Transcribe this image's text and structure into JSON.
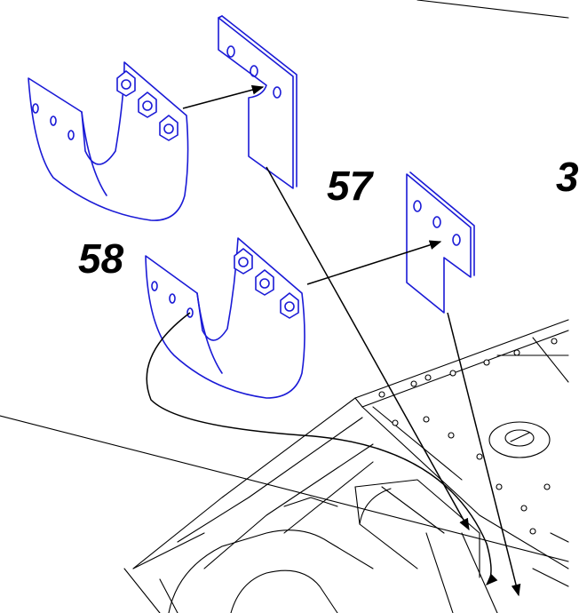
{
  "diagram": {
    "labels": {
      "part_57": "57",
      "part_58": "58",
      "partial_label": "3"
    },
    "colors": {
      "part_line": "#1a1ad6",
      "hull_line": "#000000",
      "background": "#ffffff"
    }
  }
}
